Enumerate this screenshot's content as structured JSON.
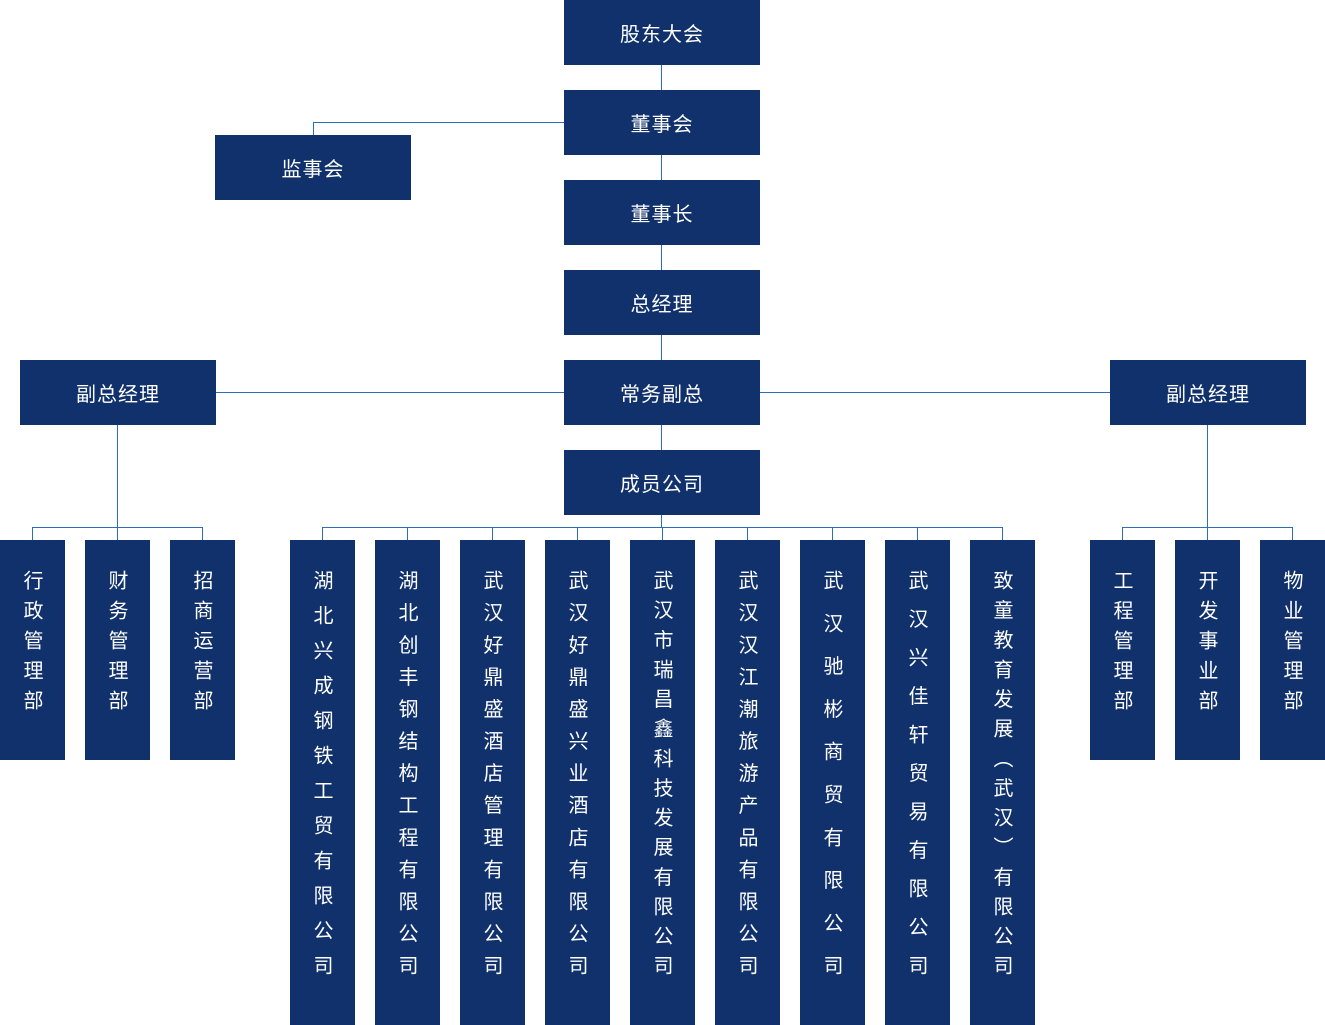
{
  "colors": {
    "box": "#10316b",
    "text": "#ffffff",
    "line": "#2e6db8"
  },
  "top": {
    "shareholders": "股东大会",
    "board": "董事会",
    "supervisors": "监事会",
    "chairman": "董事长",
    "general_manager": "总经理",
    "executive_vp": "常务副总",
    "member_companies": "成员公司",
    "vp_left": "副总经理",
    "vp_right": "副总经理"
  },
  "left_departments": [
    "行政管理部",
    "财务管理部",
    "招商运营部"
  ],
  "member_companies": [
    "湖北兴成钢铁工贸有限公司",
    "湖北创丰钢结构工程有限公司",
    "武汉好鼎盛酒店管理有限公司",
    "武汉好鼎盛兴业酒店有限公司",
    "武汉市瑞昌鑫科技发展有限公司",
    "武汉汉江潮旅游产品有限公司",
    "武汉驰彬商贸有限公司",
    "武汉兴佳轩贸易有限公司",
    "致童教育发展（武汉）有限公司"
  ],
  "right_departments": [
    "工程管理部",
    "开发事业部",
    "物业管理部"
  ]
}
